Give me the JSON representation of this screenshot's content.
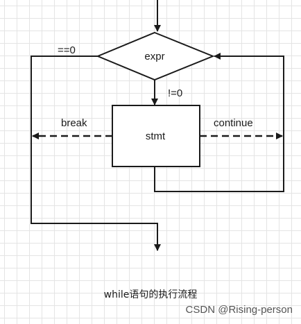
{
  "diagram": {
    "condition_label": "expr",
    "body_label": "stmt",
    "false_edge_label": "==0",
    "true_edge_label": "!=0",
    "break_label": "break",
    "continue_label": "continue"
  },
  "caption": "while语句的执行流程",
  "watermark": "CSDN @Rising-person",
  "colors": {
    "line": "#1a1a1a",
    "grid": "#e4e4e4",
    "background": "#ffffff"
  }
}
